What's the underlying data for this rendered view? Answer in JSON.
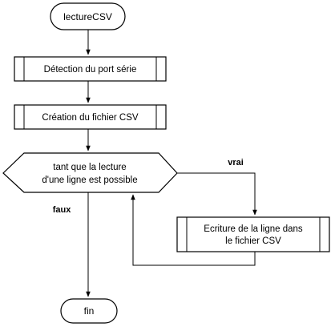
{
  "diagram": {
    "nodes": {
      "start": {
        "label": "lectureCSV",
        "shape": "terminator"
      },
      "detect": {
        "label": "Détection du port série",
        "shape": "predefined-process"
      },
      "create": {
        "label": "Création du fichier CSV",
        "shape": "predefined-process"
      },
      "loop": {
        "line1": "tant que la lecture",
        "line2": "d'une ligne est possible",
        "shape": "loop-hexagon"
      },
      "write": {
        "line1": "Ecriture de la ligne dans",
        "line2": "le fichier CSV",
        "shape": "predefined-process"
      },
      "end": {
        "label": "fin",
        "shape": "terminator"
      }
    },
    "edges": {
      "true_label": "vrai",
      "false_label": "faux"
    },
    "colors": {
      "stroke": "#000000",
      "fill": "#ffffff"
    }
  }
}
